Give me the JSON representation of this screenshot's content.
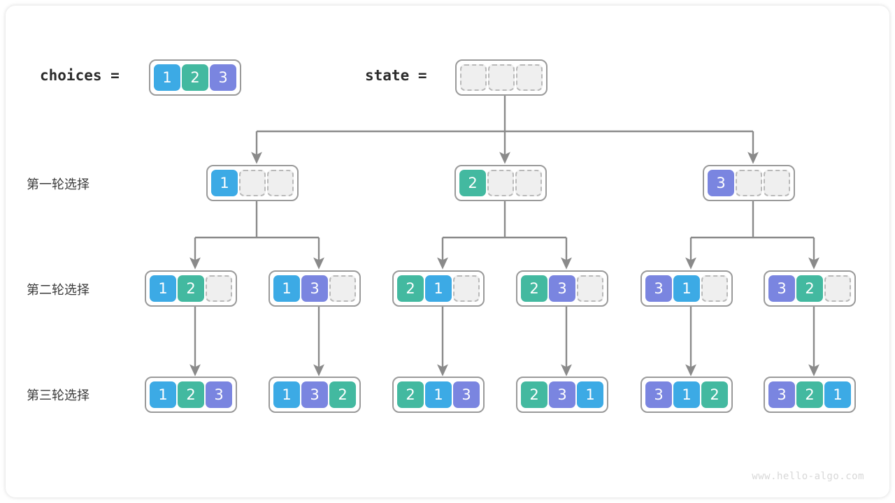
{
  "header": {
    "choices_label": "choices =",
    "state_label": "state ="
  },
  "rows": [
    {
      "title": "第一轮选择"
    },
    {
      "title": "第二轮选择"
    },
    {
      "title": "第三轮选择"
    }
  ],
  "colors": {
    "value_1": "#3caae5",
    "value_2": "#43b9a0",
    "value_3": "#7a85e0",
    "empty_fill": "#efefef",
    "empty_border": "#b9b9b9",
    "node_border": "#9a9a9a",
    "edge": "#8a8a8a",
    "text": "#2b2b2b",
    "watermark": "#d8d8d8"
  },
  "nodes": {
    "choices": {
      "cells": [
        "1",
        "2",
        "3"
      ]
    },
    "state": {
      "cells": [
        "",
        "",
        ""
      ]
    },
    "round1": [
      {
        "cells": [
          "1",
          "",
          ""
        ]
      },
      {
        "cells": [
          "2",
          "",
          ""
        ]
      },
      {
        "cells": [
          "3",
          "",
          ""
        ]
      }
    ],
    "round2": [
      {
        "cells": [
          "1",
          "2",
          ""
        ]
      },
      {
        "cells": [
          "1",
          "3",
          ""
        ]
      },
      {
        "cells": [
          "2",
          "1",
          ""
        ]
      },
      {
        "cells": [
          "2",
          "3",
          ""
        ]
      },
      {
        "cells": [
          "3",
          "1",
          ""
        ]
      },
      {
        "cells": [
          "3",
          "2",
          ""
        ]
      }
    ],
    "round3": [
      {
        "cells": [
          "1",
          "2",
          "3"
        ]
      },
      {
        "cells": [
          "1",
          "3",
          "2"
        ]
      },
      {
        "cells": [
          "2",
          "1",
          "3"
        ]
      },
      {
        "cells": [
          "2",
          "3",
          "1"
        ]
      },
      {
        "cells": [
          "3",
          "1",
          "2"
        ]
      },
      {
        "cells": [
          "3",
          "2",
          "1"
        ]
      }
    ]
  },
  "watermark": "www.hello-algo.com"
}
